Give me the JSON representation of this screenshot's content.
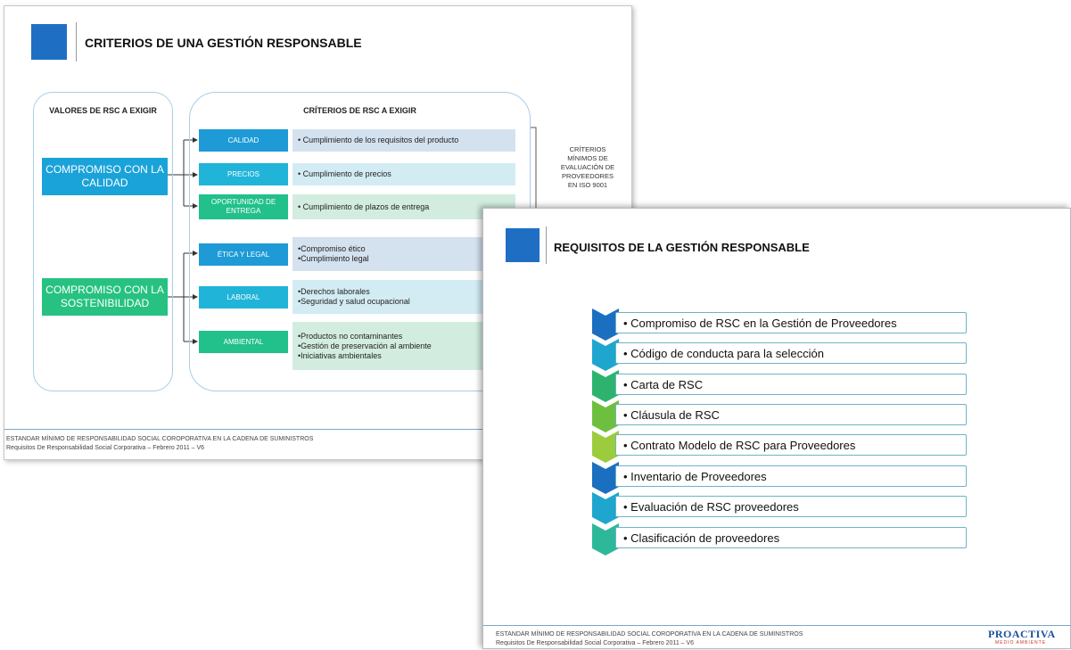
{
  "slide1": {
    "title": "CRITERIOS DE UNA GESTIÓN RESPONSABLE",
    "values_header": "VALORES DE RSC A EXIGIR",
    "criteria_header": "CRÍTERIOS DE RSC A EXIGIR",
    "values": [
      {
        "label": "COMPROMISO CON LA CALIDAD",
        "color": "#1aa3d9"
      },
      {
        "label": "COMPROMISO CON LA SOSTENIBILIDAD",
        "color": "#27c281"
      }
    ],
    "criteria": [
      {
        "name": "CALIDAD",
        "color": "#1e9ad6",
        "bg": "#d4e1ef",
        "details": [
          "• Cumplimiento de los requisitos del producto"
        ]
      },
      {
        "name": "PRECIOS",
        "color": "#21b4d9",
        "bg": "#d3ecf3",
        "details": [
          "• Cumplimiento de precios"
        ]
      },
      {
        "name": "OPORTUNIDAD DE ENTREGA",
        "color": "#22c08b",
        "bg": "#d2ede0",
        "details": [
          "• Cumplimiento de plazos de entrega"
        ]
      },
      {
        "name": "ÉTICA Y LEGAL",
        "color": "#1e9ad6",
        "bg": "#d4e1ef",
        "details": [
          "•Compromiso ético",
          "•Cumplimiento legal"
        ]
      },
      {
        "name": "LABORAL",
        "color": "#21b4d9",
        "bg": "#d3ecf3",
        "details": [
          "•Derechos laborales",
          "•Seguridad y salud ocupacional"
        ]
      },
      {
        "name": "AMBIENTAL",
        "color": "#22c08b",
        "bg": "#d2ede0",
        "details": [
          "•Productos no contaminantes",
          "•Gestión de preservación al ambiente",
          "•Iniciativas ambientales"
        ]
      }
    ],
    "side_note": [
      "CRÍTERIOS",
      "MÍNIMOS DE",
      "EVALUACIÓN DE",
      "PROVEEDORES",
      "EN ISO 9001"
    ],
    "footer_line1": "ESTANDAR MÍNIMO DE RESPONSABILIDAD SOCIAL COROPORATIVA EN LA CADENA DE SUMINISTROS",
    "footer_line2": "Requisitos De Responsabilidad Social Corporativa – Febrero 2011 – V6"
  },
  "slide2": {
    "title": "REQUISITOS DE LA GESTIÓN RESPONSABLE",
    "requirements": [
      {
        "text": "• Compromiso de RSC en la Gestión de Proveedores",
        "color": "#1b6fc0"
      },
      {
        "text": "• Código de conducta para la selección",
        "color": "#1fa6cf"
      },
      {
        "text": "• Carta de RSC",
        "color": "#2eb36f"
      },
      {
        "text": "• Cláusula de RSC",
        "color": "#6fbf3f"
      },
      {
        "text": "• Contrato Modelo de RSC para Proveedores",
        "color": "#9ccc3d"
      },
      {
        "text": "• Inventario de Proveedores",
        "color": "#1b6fc0"
      },
      {
        "text": "• Evaluación de RSC proveedores",
        "color": "#1fa6cf"
      },
      {
        "text": "• Clasificación de proveedores",
        "color": "#2eb89a"
      }
    ],
    "footer_line1": "ESTANDAR MÍNIMO DE RESPONSABILIDAD SOCIAL COROPORATIVA EN LA CADENA DE SUMINISTROS",
    "footer_line2": "Requisitos De Responsabilidad Social Corporativa – Febrero 2011 – V6",
    "logo": "PROACTIVA",
    "logo_sub": "MEDIO AMBIENTE"
  }
}
